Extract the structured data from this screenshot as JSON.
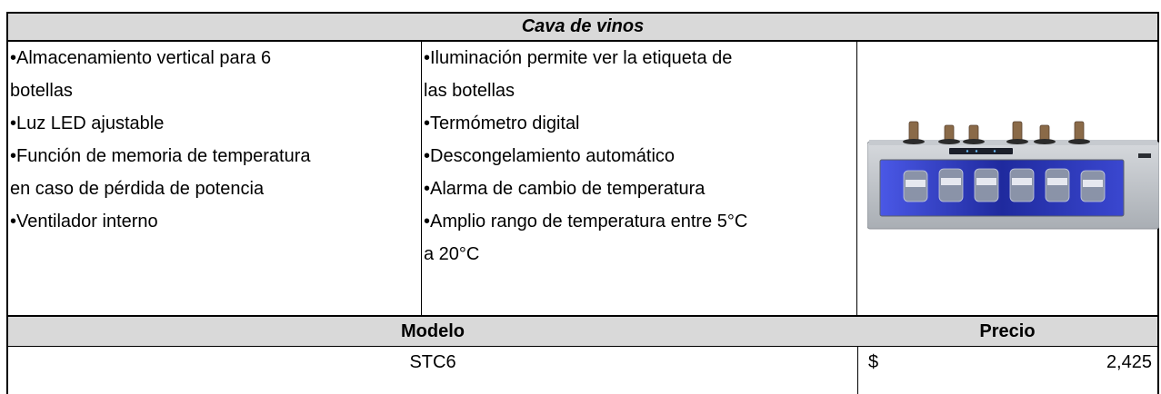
{
  "title": "Cava de vinos",
  "features_left": [
    "•Almacenamiento vertical para 6",
    "botellas",
    "•Luz LED ajustable",
    "•Función de memoria de temperatura",
    "en caso de pérdida de potencia",
    "•Ventilador interno"
  ],
  "features_right": [
    "•Iluminación permite ver la etiqueta de",
    "las botellas",
    "•Termómetro digital",
    "•Descongelamiento automático",
    "•Alarma de cambio de temperatura",
    "•Amplio rango de temperatura entre 5°C",
    "a 20°C"
  ],
  "headers": {
    "model": "Modelo",
    "price": "Precio"
  },
  "row": {
    "model": "STC6",
    "currency": "$",
    "price": "2,425"
  },
  "image": {
    "icon": "wine-cooler-product-image",
    "colors": {
      "body": "#b9bdc2",
      "glow": "#2e35c9",
      "caps": "#8a6a48"
    }
  }
}
